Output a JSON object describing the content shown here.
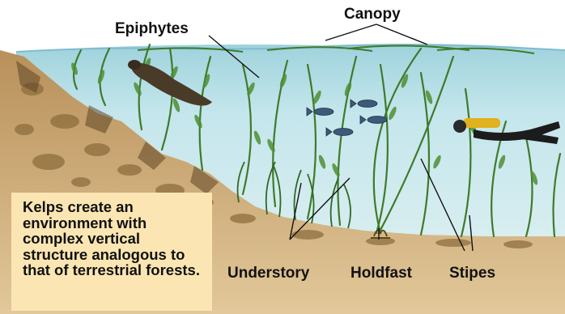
{
  "labels": {
    "canopy": "Canopy",
    "epiphytes": "Epiphytes",
    "understory": "Understory",
    "holdfast": "Holdfast",
    "stipes": "Stipes"
  },
  "caption": "Kelps create an environment with complex vertical structure analogous to that of terrestrial forests.",
  "colors": {
    "water": "#bfe4ea",
    "sediment": "#c9a46a",
    "kelp": "#3f7a2a",
    "caption_bg": "#fbe6b3"
  }
}
